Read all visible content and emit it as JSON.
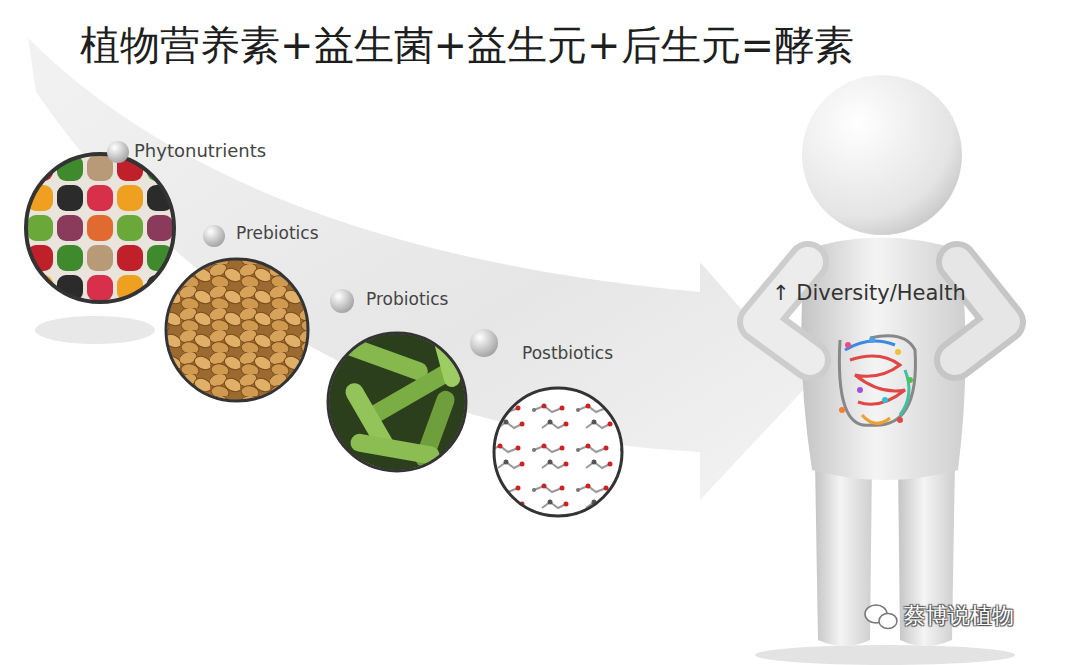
{
  "diagram": {
    "title": "植物营养素+益生菌+益生元+后生元=酵素",
    "labels": [
      "Phytonutrients",
      "Prebiotics",
      "Probiotics",
      "Postbiotics",
      "↑ Diversity/Health",
      "蔡博说植物"
    ]
  }
}
